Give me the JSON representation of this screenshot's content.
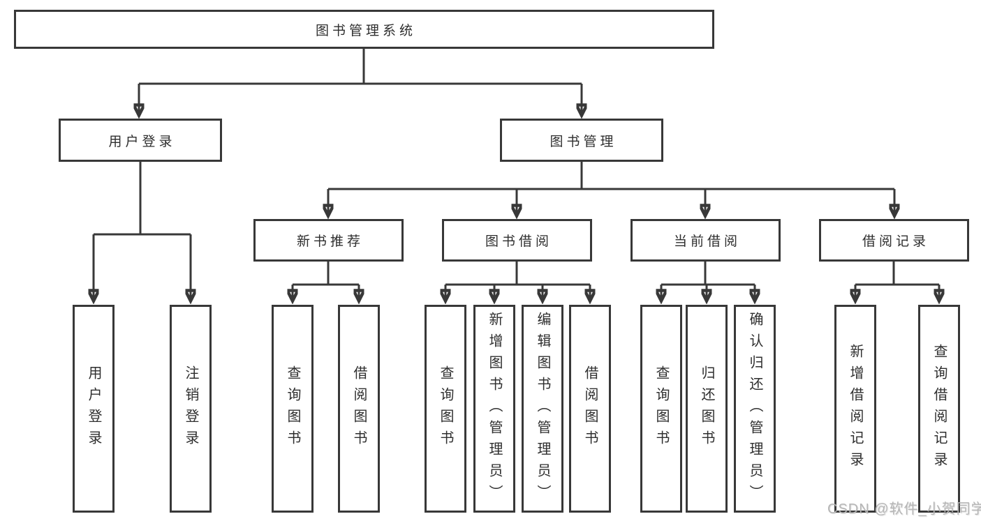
{
  "nodes": {
    "root": "图书管理系统",
    "login": "用户登录",
    "mgmt": "图书管理",
    "new_books": "新书推荐",
    "borrowing": "图书借阅",
    "current": "当前借阅",
    "records": "借阅记录",
    "leaf_login": "用户登录",
    "leaf_logout": "注销登录",
    "nb_query": "查询图书",
    "nb_borrow": "借阅图书",
    "bb_query": "查询图书",
    "bb_add": "新增图书（管理员）",
    "bb_edit": "编辑图书（管理员）",
    "bb_borrow": "借阅图书",
    "cb_query": "查询图书",
    "cb_return": "归还图书",
    "cb_confirm": "确认归还（管理员）",
    "br_add": "新增借阅记录",
    "br_query": "查询借阅记录"
  },
  "watermark": "CSDN @软件_小贺同学",
  "colors": {
    "line": "#383838",
    "box_border": "#383838",
    "text": "#2e2e2e",
    "watermark": "#b6b6b6"
  }
}
